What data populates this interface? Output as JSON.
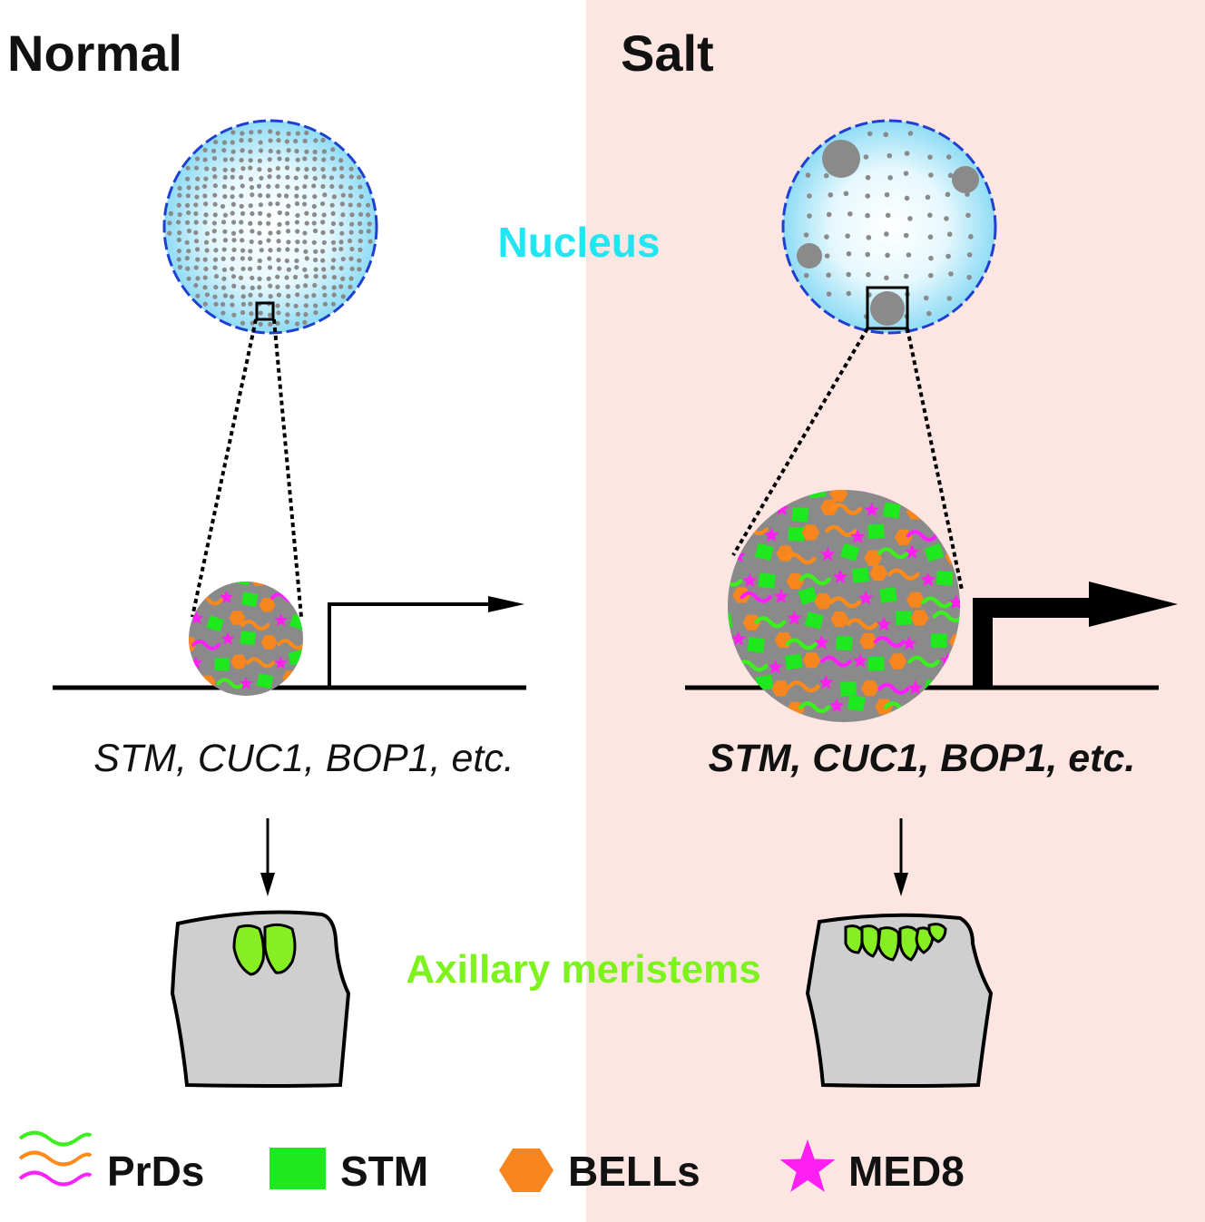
{
  "panels": {
    "normal": {
      "title": "Normal",
      "genes": "STM, CUC1, BOP1, etc."
    },
    "salt": {
      "title": "Salt",
      "genes": "STM, CUC1, BOP1, etc."
    }
  },
  "labels": {
    "nucleus": "Nucleus",
    "axillary": "Axillary meristems"
  },
  "legend": [
    {
      "key": "prds",
      "label": "PrDs",
      "icon": "wavy-lines-icon"
    },
    {
      "key": "stm",
      "label": "STM",
      "icon": "green-square-icon"
    },
    {
      "key": "bells",
      "label": "BELLs",
      "icon": "orange-hexagon-icon"
    },
    {
      "key": "med8",
      "label": "MED8",
      "icon": "magenta-star-icon"
    }
  ],
  "colors": {
    "salt_background": "#fde6e2",
    "nucleus_label": "#22e5f2",
    "axillary_label": "#7ef21d",
    "prd_green": "#3cf01e",
    "prd_orange": "#ff8a1a",
    "prd_magenta": "#ff20ff",
    "stm_green": "#1ee81e",
    "bells_orange": "#f7861e",
    "med8_magenta": "#ff1ff0",
    "condensate_gray": "#8a8a8a",
    "nucleus_blue": "#1f3fd0",
    "tissue_gray": "#cfcfcf",
    "meristem_green": "#86ee22"
  }
}
